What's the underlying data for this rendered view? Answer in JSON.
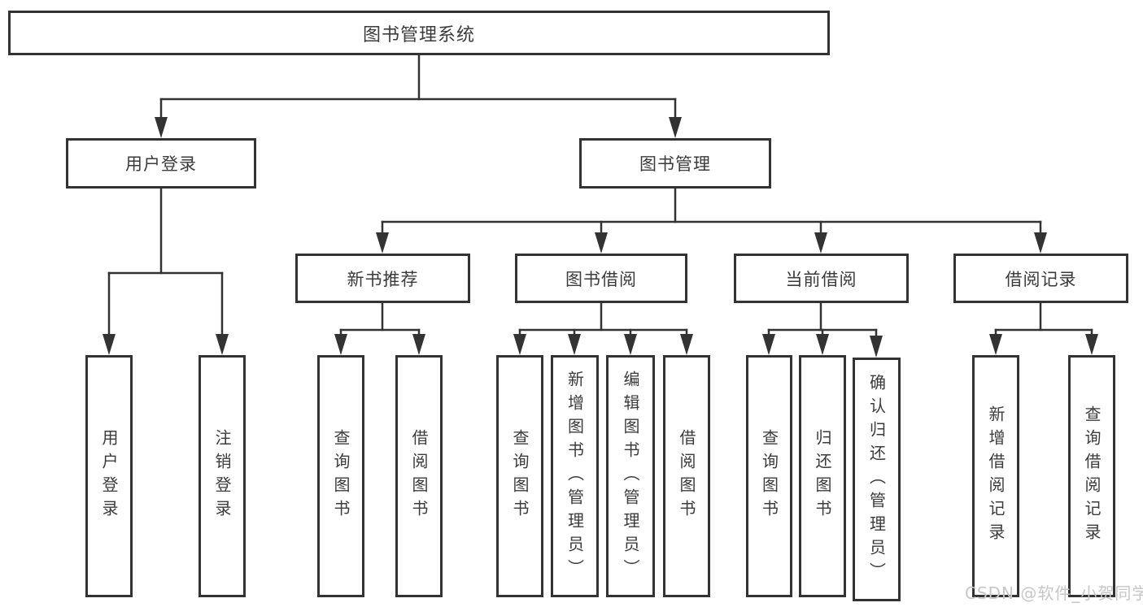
{
  "diagram": {
    "root": {
      "label": "图书管理系统"
    },
    "branches": [
      {
        "label": "用户登录",
        "children": [
          {
            "label": "用户登录"
          },
          {
            "label": "注销登录"
          }
        ]
      },
      {
        "label": "图书管理",
        "children": [
          {
            "label": "新书推荐",
            "children": [
              {
                "label": "查询图书"
              },
              {
                "label": "借阅图书"
              }
            ]
          },
          {
            "label": "图书借阅",
            "children": [
              {
                "label": "查询图书"
              },
              {
                "label": "新增图书（管理员）"
              },
              {
                "label": "编辑图书（管理员）"
              },
              {
                "label": "借阅图书"
              }
            ]
          },
          {
            "label": "当前借阅",
            "children": [
              {
                "label": "查询图书"
              },
              {
                "label": "归还图书"
              },
              {
                "label": "确认归还（管理员）"
              }
            ]
          },
          {
            "label": "借阅记录",
            "children": [
              {
                "label": "新增借阅记录"
              },
              {
                "label": "查询借阅记录"
              }
            ]
          }
        ]
      }
    ]
  },
  "watermark": {
    "text": "CSDN @软件_小贺同学"
  },
  "colors": {
    "line": "#333333",
    "text": "#3b3b3b",
    "box_fill": "#ffffff",
    "background": "#ffffff",
    "watermark": "#c6c6c6"
  }
}
